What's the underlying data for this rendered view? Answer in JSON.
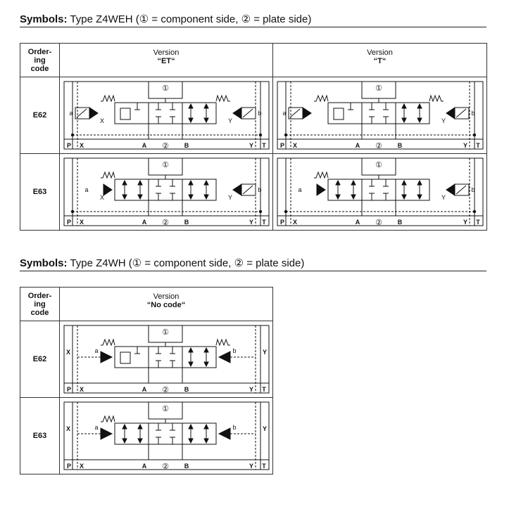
{
  "section1": {
    "label": "Symbols:",
    "text": "Type Z4WEH (",
    "c1": "①",
    "mid": " = component side, ",
    "c2": "②",
    "end": " = plate side)"
  },
  "section2": {
    "label": "Symbols:",
    "text": "Type Z4WH (",
    "c1": "①",
    "mid": " = component side, ",
    "c2": "②",
    "end": " = plate side)"
  },
  "table1": {
    "ordering_code_header": [
      "Order-",
      "ing",
      "code"
    ],
    "version_label": "Version",
    "versions": [
      "“ET“",
      "“T“"
    ],
    "rows": [
      "E62",
      "E63"
    ]
  },
  "table2": {
    "ordering_code_header": [
      "Order-",
      "ing",
      "code"
    ],
    "version_label": "Version",
    "versions": [
      "“No code“"
    ],
    "rows": [
      "E62",
      "E63"
    ]
  },
  "ports": {
    "P": "P",
    "X": "X",
    "A": "A",
    "B": "B",
    "Y": "Y",
    "T": "T",
    "a": "a",
    "b": "b",
    "one": "①",
    "two": "②"
  }
}
